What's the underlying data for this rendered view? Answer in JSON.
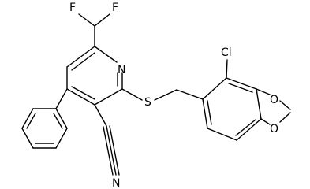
{
  "molecule": {
    "atoms": {
      "f_left": "F",
      "f_right": "F",
      "n_pyridine": "N",
      "s_thioether": "S",
      "cl": "Cl",
      "n_nitrile": "N",
      "o_upper": "O",
      "o_lower": "O"
    }
  },
  "colors": {
    "bond": "#000000",
    "label": "#000000",
    "background": "#ffffff"
  }
}
